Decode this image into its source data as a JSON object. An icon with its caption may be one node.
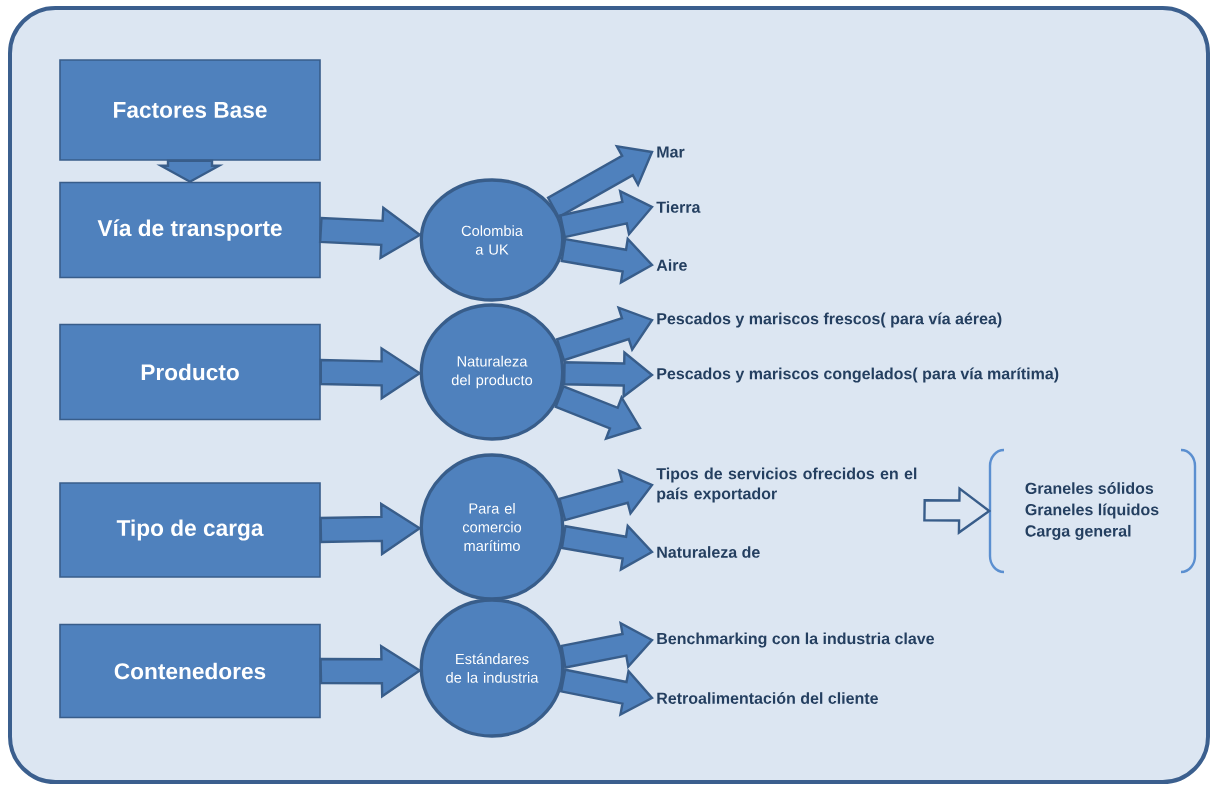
{
  "diagram": {
    "nodes": [
      {
        "text": [
          "Factores Base"
        ]
      },
      {
        "text": [
          "Vía de transporte"
        ]
      },
      {
        "text": [
          "Producto"
        ]
      },
      {
        "text": [
          "Tipo de carga"
        ]
      },
      {
        "text": [
          "Contenedores"
        ]
      },
      {
        "text": [
          "Colombia a UK"
        ]
      },
      {
        "text": [
          "Naturaleza del producto"
        ]
      },
      {
        "text": [
          "Para el comercio marítimo"
        ]
      },
      {
        "text": [
          "Estándares de la industria"
        ]
      },
      {
        "text": [
          "Mar"
        ]
      },
      {
        "text": [
          "Tierra"
        ]
      },
      {
        "text": [
          "Aire"
        ]
      },
      {
        "text": [
          "Pescados y mariscos frescos( para vía aérea)"
        ]
      },
      {
        "text": [
          "Pescados y mariscos congelados( para vía marítima)"
        ]
      },
      {
        "text": [
          "Tipos de servicios ofrecidos en el país exportador"
        ]
      },
      {
        "text": [
          "Naturaleza de"
        ]
      },
      {
        "text": [
          "Graneles sólidos",
          "Graneles líquidos",
          "Carga general"
        ]
      },
      {
        "text": [
          "Benchmarking con la industria clave"
        ]
      },
      {
        "text": [
          "Retroalimentación del cliente"
        ]
      }
    ],
    "edges": [
      {
        "from": 0,
        "to": 1,
        "arrow": "to"
      },
      {
        "from": 1,
        "to": 5,
        "arrow": "to"
      },
      {
        "from": 2,
        "to": 6,
        "arrow": "to"
      },
      {
        "from": 3,
        "to": 7,
        "arrow": "to"
      },
      {
        "from": 4,
        "to": 8,
        "arrow": "to"
      },
      {
        "from": 5,
        "to": 9,
        "arrow": "to"
      },
      {
        "from": 5,
        "to": 10,
        "arrow": "to"
      },
      {
        "from": 5,
        "to": 11,
        "arrow": "to"
      },
      {
        "from": 6,
        "to": 12,
        "arrow": "to"
      },
      {
        "from": 6,
        "to": 13,
        "arrow": "to"
      },
      {
        "from": 6,
        "to": null,
        "arrow": "to"
      },
      {
        "from": 7,
        "to": 14,
        "arrow": "to"
      },
      {
        "from": 7,
        "to": 15,
        "arrow": "to"
      },
      {
        "from": 14,
        "to": 16,
        "arrow": "to"
      },
      {
        "from": 8,
        "to": 17,
        "arrow": "to"
      },
      {
        "from": 8,
        "to": 18,
        "arrow": "to"
      }
    ]
  }
}
